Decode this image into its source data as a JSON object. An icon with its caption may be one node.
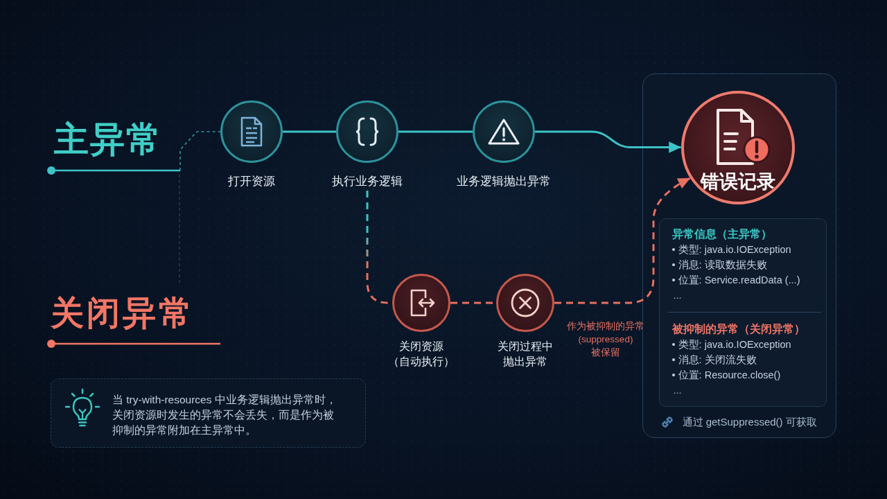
{
  "diagram": {
    "nodes": [
      {
        "text": [
          "主异常"
        ]
      },
      {
        "text": [
          "打开资源"
        ]
      },
      {
        "text": [
          "执行业务逻辑"
        ]
      },
      {
        "text": [
          "业务逻辑抛出异常"
        ]
      },
      {
        "text": [
          "通过 getSuppressed() 可获取"
        ]
      },
      {
        "text": [
          "错误记录"
        ],
        "in": 4
      },
      {
        "text": [
          "异常信息（主异常）",
          "• 类型: java.io.IOException",
          "• 消息: 读取数据失败",
          "• 位置: Service.readData (...)",
          "...",
          "被抑制的异常（关闭异常）",
          "• 类型: java.io.IOException",
          "• 消息: 关闭流失败",
          "• 位置: Resource.close()",
          "..."
        ],
        "in": 4
      },
      {
        "text": [
          "关闭资源（自动执行）"
        ]
      },
      {
        "text": [
          "关闭过程中抛出异常"
        ]
      },
      {
        "text": [
          "当 try-with-resources 中业务逻辑抛出异常时，关闭资源时发生的异常不会丢失，而是作为被抑制的异常附加在主异常中。"
        ]
      }
    ],
    "edges": [
      {
        "from": 0,
        "to": 1,
        "arrow": "none",
        "style": "dashed"
      },
      {
        "from": 1,
        "to": 2,
        "arrow": "none"
      },
      {
        "from": 2,
        "to": 3,
        "arrow": "none"
      },
      {
        "from": 3,
        "to": 5,
        "arrow": "to"
      },
      {
        "from": 2,
        "to": 7,
        "arrow": "none",
        "style": "dashed",
        "color": "#e8705f"
      },
      {
        "from": 7,
        "to": 8,
        "arrow": "none",
        "style": "dashed",
        "color": "#e8705f"
      },
      {
        "from": 8,
        "to": 5,
        "arrow": "to",
        "style": "dashed",
        "color": "#e8705f",
        "label": "作为被抑制的异常 (suppressed) 被保留"
      }
    ],
    "labels": [
      "关闭异常"
    ]
  }
}
